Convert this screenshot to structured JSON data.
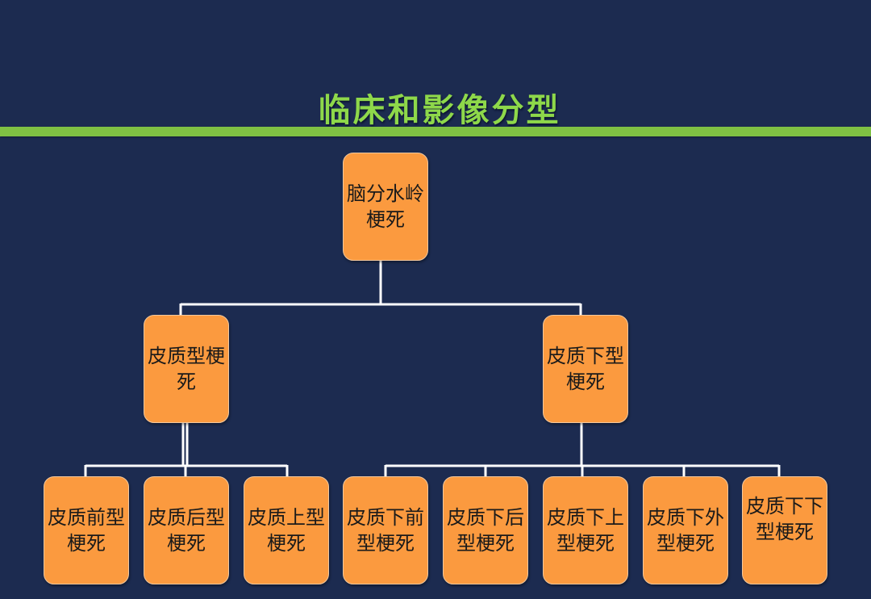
{
  "title": "临床和影像分型",
  "colors": {
    "background": "#1c2b50",
    "title": "#8ed84a",
    "rule": "#7fc143",
    "node_fill": "#fb9a3f",
    "connector": "#ffffff"
  },
  "tree": {
    "root": {
      "label": "脑分水岭梗死"
    },
    "level1": [
      {
        "label": "皮质型梗死"
      },
      {
        "label": "皮质下型梗死"
      }
    ],
    "level2": [
      {
        "label": "皮质前型梗死",
        "parent": 0
      },
      {
        "label": "皮质后型梗死",
        "parent": 0
      },
      {
        "label": "皮质上型梗死",
        "parent": 0
      },
      {
        "label": "皮质下前型梗死",
        "parent": 1
      },
      {
        "label": "皮质下后型梗死",
        "parent": 1
      },
      {
        "label": "皮质下上型梗死",
        "parent": 1
      },
      {
        "label": "皮质下外型梗死",
        "parent": 1
      },
      {
        "label": "皮质下下型梗死",
        "parent": 1
      }
    ]
  }
}
